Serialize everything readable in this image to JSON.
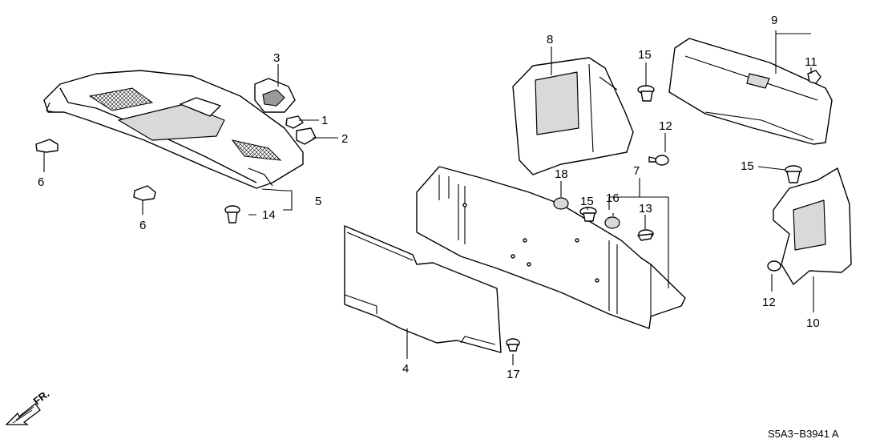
{
  "diagram": {
    "callouts": [
      "1",
      "2",
      "3",
      "4",
      "5",
      "6",
      "6",
      "7",
      "8",
      "9",
      "10",
      "11",
      "12",
      "12",
      "13",
      "14",
      "15",
      "15",
      "15",
      "16",
      "17",
      "18"
    ],
    "code": "S5A3−B3941 A",
    "direction_label": "FR."
  }
}
